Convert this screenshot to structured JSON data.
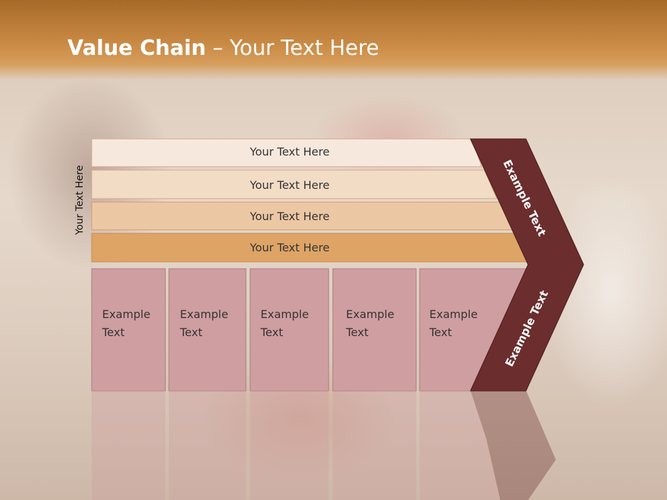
{
  "title": {
    "bold": "Value Chain",
    "rest": " – Your Text Here"
  },
  "side_label": "Your Text Here",
  "rows": [
    "Your Text Here",
    "Your Text Here",
    "Your Text Here",
    "Your Text Here"
  ],
  "columns": [
    {
      "line1": "Example",
      "line2": "Text"
    },
    {
      "line1": "Example",
      "line2": "Text"
    },
    {
      "line1": "Example",
      "line2": "Text"
    },
    {
      "line1": "Example",
      "line2": "Text"
    },
    {
      "line1": "Example",
      "line2": "Text"
    }
  ],
  "arrow_upper_label": "Example Text",
  "arrow_lower_label": "Example Text",
  "colors": {
    "header": "#b8783a",
    "row_fills": [
      "#f7e8de",
      "#f2dcc6",
      "#ecc7a3",
      "#dea466"
    ],
    "column_fill": "#cf9ea0",
    "arrow_fill": "#6b2d2d"
  }
}
